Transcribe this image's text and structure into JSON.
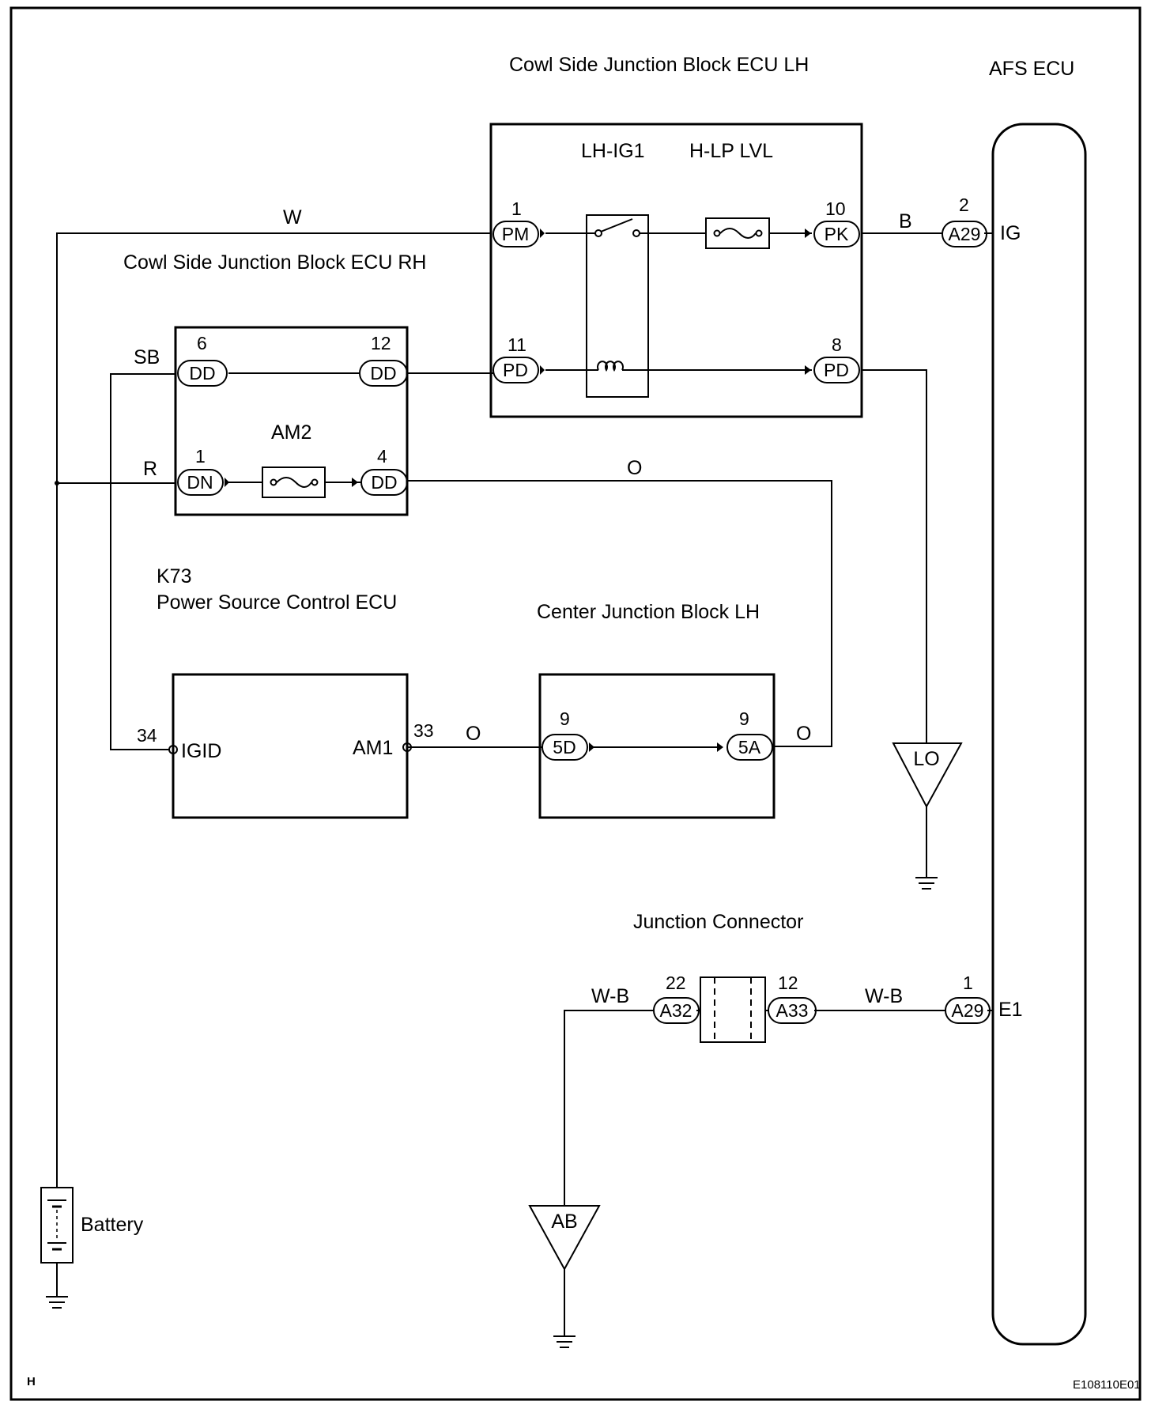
{
  "components": {
    "cowl_lh": "Cowl Side Junction Block ECU LH",
    "cowl_rh": "Cowl Side Junction Block ECU RH",
    "afs": "AFS ECU",
    "relay": "LH-IG1",
    "fuse_hlp": "H-LP LVL",
    "fuse_am2": "AM2",
    "k73_code": "K73",
    "k73_name": "Power Source Control ECU",
    "center": "Center Junction Block LH",
    "jconn": "Junction Connector",
    "battery": "Battery"
  },
  "wires": {
    "w": "W",
    "b": "B",
    "sb": "SB",
    "r": "R",
    "o": "O",
    "wb": "W-B"
  },
  "terminals": {
    "pm_pin": "1",
    "pm": "PM",
    "pk_pin": "10",
    "pk": "PK",
    "pd11_pin": "11",
    "pd11": "PD",
    "pd8_pin": "8",
    "pd8": "PD",
    "a29ig_pin": "2",
    "a29ig": "A29",
    "ig": "IG",
    "dd6_pin": "6",
    "dd6": "DD",
    "dd12_pin": "12",
    "dd12": "DD",
    "dn_pin": "1",
    "dn": "DN",
    "dd4_pin": "4",
    "dd4": "DD",
    "igid_pin": "34",
    "igid": "IGID",
    "am1_pin": "33",
    "am1": "AM1",
    "c5d_pin": "9",
    "c5d": "5D",
    "c5a_pin": "9",
    "c5a": "5A",
    "a32_pin": "22",
    "a32": "A32",
    "a33_pin": "12",
    "a33": "A33",
    "a29e1_pin": "1",
    "a29e1": "A29",
    "e1": "E1"
  },
  "grounds": {
    "lo": "LO",
    "ab": "AB"
  },
  "corner_letter": "H",
  "figure_code": "E108110E01"
}
